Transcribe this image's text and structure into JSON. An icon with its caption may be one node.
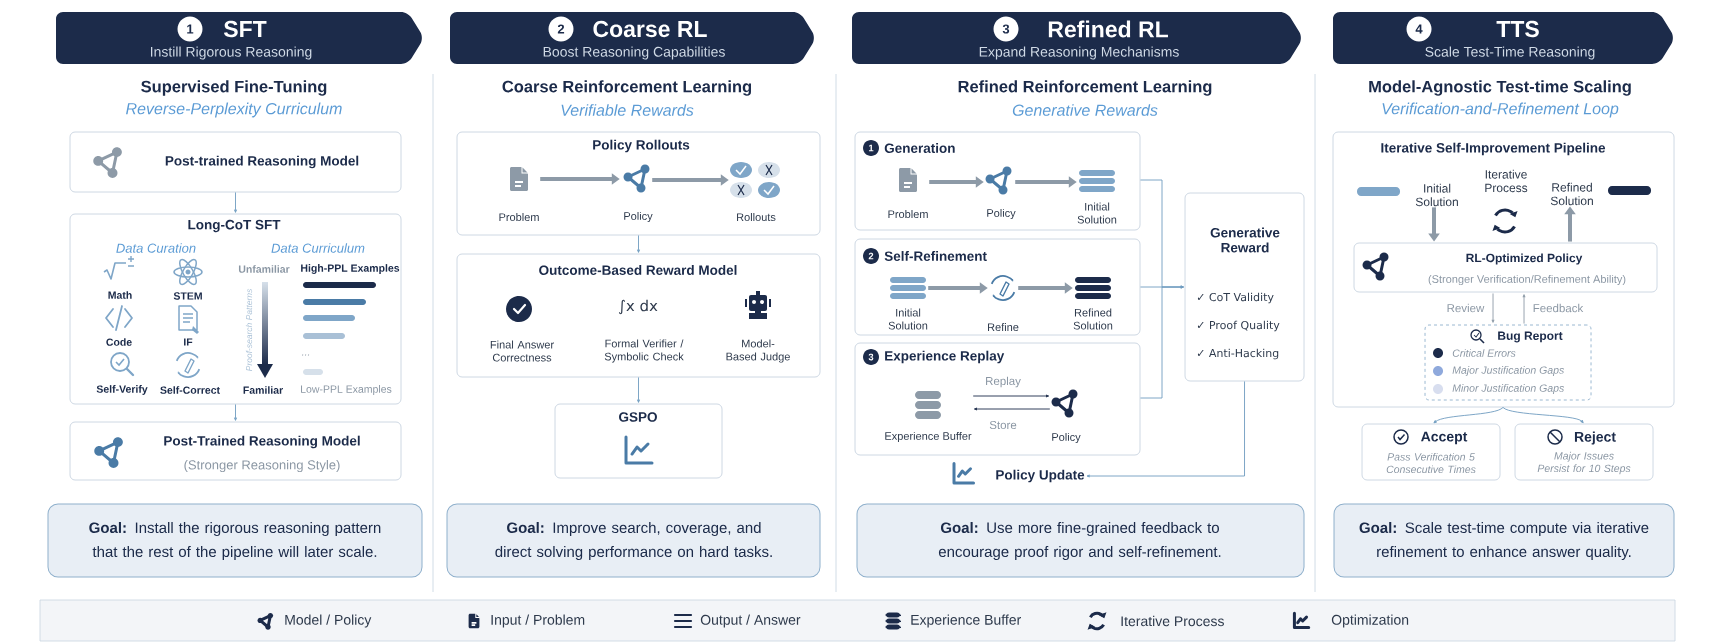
{
  "diagram": {
    "nodes": [
      {
        "text": [
          "1",
          "SFT",
          "Instill Rigorous Reasoning"
        ]
      },
      {
        "text": [
          "Post-trained Reasoning Model"
        ]
      },
      {
        "text": [
          "Long-CoT SFT",
          "Data Curation",
          "Data Curriculum",
          "Math",
          "STEM",
          "Code",
          "IF",
          "Self-Verify",
          "Self-Correct",
          "Unfamiliar",
          "High-PPL Examples",
          "Proof-search Patterns",
          "...",
          "Familiar",
          "Low-PPL Examples"
        ]
      },
      {
        "text": [
          "Post-Trained Reasoning Model",
          "(Stronger Reasoning Style)"
        ]
      },
      {
        "text": [
          "**Goal:** Install the rigorous reasoning pattern that the rest of the pipeline will later scale."
        ]
      },
      {
        "text": [
          "2",
          "Coarse RL",
          "Boost Reasoning Capabilities"
        ]
      },
      {
        "text": [
          "Policy Rollouts"
        ]
      },
      {
        "text": [
          "Problem"
        ],
        "in": 6
      },
      {
        "text": [
          "Policy"
        ],
        "in": 6
      },
      {
        "text": [
          "Rollouts"
        ],
        "in": 6
      },
      {
        "text": [
          "Outcome-Based Reward Model",
          "Final Answer Correctness",
          "∫x dx",
          "Formal Verifier / Symbolic Check",
          "Model-Based Judge"
        ]
      },
      {
        "text": [
          "GSPO"
        ]
      },
      {
        "text": [
          "**Goal:** Improve search, coverage, and direct solving performance on hard tasks."
        ]
      },
      {
        "text": [
          "3",
          "Refined RL",
          "Expand Reasoning Mechanisms"
        ]
      },
      {
        "text": [
          "1",
          "Generation"
        ]
      },
      {
        "text": [
          "Problem"
        ],
        "in": 14
      },
      {
        "text": [
          "Policy"
        ],
        "in": 14
      },
      {
        "text": [
          "Initial Solution"
        ],
        "in": 14
      },
      {
        "text": [
          "2",
          "Self-Refinement"
        ]
      },
      {
        "text": [
          "Initial Solution"
        ],
        "in": 18
      },
      {
        "text": [
          "Refine"
        ],
        "in": 18
      },
      {
        "text": [
          "Refined Solution"
        ],
        "in": 18
      },
      {
        "text": [
          "3",
          "Experience Replay"
        ]
      },
      {
        "text": [
          "Experience Buffer"
        ],
        "in": 22
      },
      {
        "text": [
          "Policy"
        ],
        "in": 22
      },
      {
        "text": [
          "Generative Reward",
          "✓ CoT Validity",
          "✓ Proof Quality",
          "✓ Anti-Hacking"
        ]
      },
      {
        "text": [
          "Policy Update"
        ]
      },
      {
        "text": [
          "**Goal:** Use more fine-grained feedback to encourage proof rigor and self-refinement."
        ]
      },
      {
        "text": [
          "4",
          "TTS",
          "Scale Test-Time Reasoning"
        ]
      },
      {
        "text": [
          "Iterative Self-Improvement Pipeline"
        ]
      },
      {
        "text": [
          "Initial Solution"
        ],
        "in": 29
      },
      {
        "text": [
          "Iterative Process"
        ],
        "in": 29
      },
      {
        "text": [
          "Refined Solution"
        ],
        "in": 29
      },
      {
        "text": [
          "RL-Optimized Policy",
          "(Stronger Verification/Refinement Ability)"
        ],
        "in": 29
      },
      {
        "text": [
          "Bug Report",
          "Critical Errors",
          "Major Justification Gaps",
          "Minor Justification Gaps"
        ],
        "in": 29
      },
      {
        "text": [
          "Accept",
          "Pass Verification 5 Consecutive Times"
        ]
      },
      {
        "text": [
          "Reject",
          "Major Issues Persist for 10 Steps"
        ]
      },
      {
        "text": [
          "**Goal:** Scale test-time compute via iterative refinement to enhance answer quality."
        ]
      }
    ],
    "edges": [
      {
        "from": 1,
        "to": 2,
        "arrow": "to"
      },
      {
        "from": 2,
        "to": 3,
        "arrow": "to"
      },
      {
        "from": 7,
        "to": 8,
        "arrow": "to",
        "style": "thick",
        "color": "#8d9aa7"
      },
      {
        "from": 8,
        "to": 9,
        "arrow": "to",
        "style": "thick",
        "color": "#8d9aa7"
      },
      {
        "from": 6,
        "to": 10,
        "arrow": "to"
      },
      {
        "from": 10,
        "to": 11,
        "arrow": "to"
      },
      {
        "from": 15,
        "to": 16,
        "arrow": "to",
        "style": "thick",
        "color": "#8d9aa7"
      },
      {
        "from": 16,
        "to": 17,
        "arrow": "to",
        "style": "thick",
        "color": "#8d9aa7"
      },
      {
        "from": 19,
        "to": 20,
        "arrow": "to",
        "style": "thick",
        "color": "#8d9aa7"
      },
      {
        "from": 20,
        "to": 21,
        "arrow": "to",
        "style": "thick",
        "color": "#8d9aa7"
      },
      {
        "from": 23,
        "to": 24,
        "arrow": "to",
        "label": "Replay",
        "color": "#1c2b4a"
      },
      {
        "from": 24,
        "to": 23,
        "arrow": "to",
        "label": "Store",
        "color": "#1c2b4a"
      },
      {
        "from": 14,
        "to": 25,
        "arrow": "to"
      },
      {
        "from": 18,
        "to": 25,
        "arrow": "to"
      },
      {
        "from": 22,
        "to": 25,
        "arrow": "to"
      },
      {
        "from": 25,
        "to": 26,
        "arrow": "to"
      },
      {
        "from": 30,
        "to": 33,
        "arrow": "to",
        "style": "thick",
        "color": "#8d9aa7"
      },
      {
        "from": 33,
        "to": 32,
        "arrow": "to",
        "style": "thick",
        "color": "#8d9aa7"
      },
      {
        "from": 33,
        "to": 34,
        "arrow": "to",
        "label": "Review",
        "color": "#8d9aa7"
      },
      {
        "from": 34,
        "to": 33,
        "arrow": "to",
        "label": "Feedback",
        "color": "#8d9aa7"
      },
      {
        "from": 29,
        "to": 35,
        "arrow": "to"
      },
      {
        "from": 29,
        "to": 36,
        "arrow": "to"
      }
    ],
    "labels": [
      "Supervised Fine-Tuning",
      "Reverse-Perplexity Curriculum",
      "Coarse Reinforcement Learning",
      "Verifiable Rewards",
      "Refined Reinforcement Learning",
      "Generative Rewards",
      "Model-Agnostic Test-time Scaling",
      "Verification-and-Refinement Loop"
    ],
    "legend": [
      {
        "text": "Model / Policy"
      },
      {
        "text": "Input / Problem"
      },
      {
        "text": "Output / Answer"
      },
      {
        "text": "Experience Buffer"
      },
      {
        "text": "Iterative Process"
      },
      {
        "text": "Optimization"
      }
    ]
  }
}
